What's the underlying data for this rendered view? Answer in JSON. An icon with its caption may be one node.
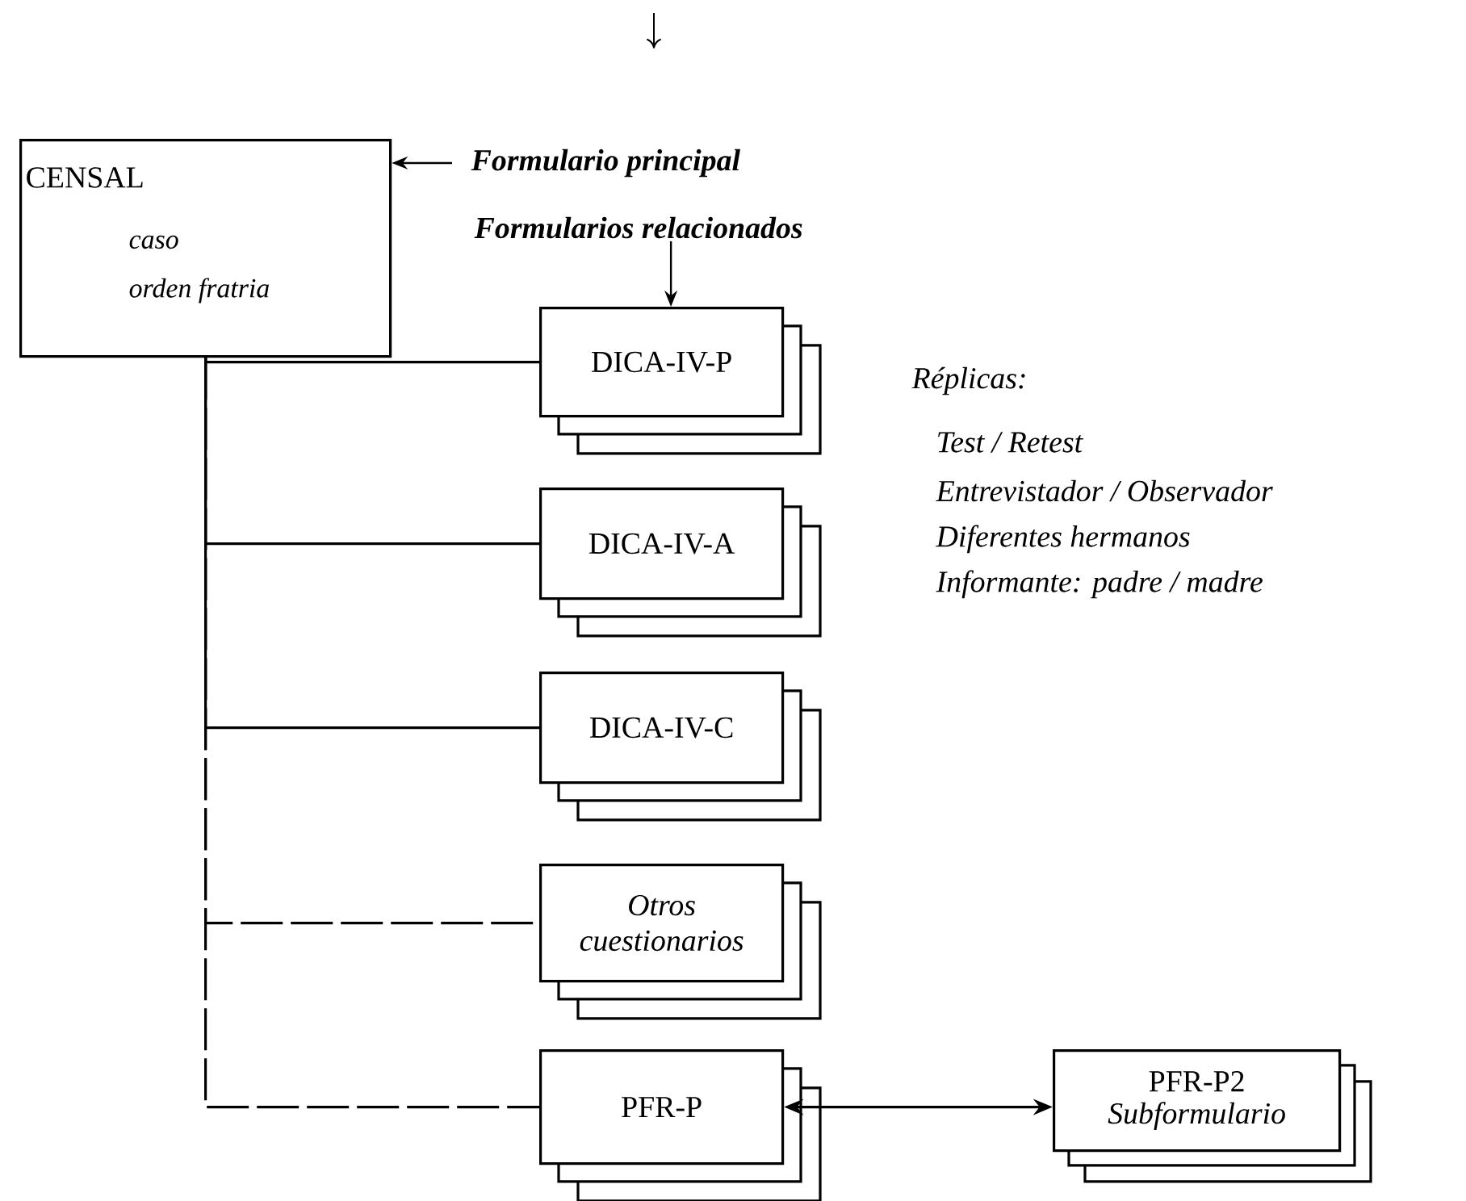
{
  "diagram": {
    "nodes": [
      {
        "text": [
          "CENSAL",
          "caso",
          "orden fratria"
        ]
      },
      {
        "text": [
          "Formulario principal"
        ]
      },
      {
        "text": [
          "Formularios relacionados"
        ]
      },
      {
        "text": [
          "DICA-IV-P"
        ]
      },
      {
        "text": [
          "DICA-IV-A"
        ]
      },
      {
        "text": [
          "DICA-IV-C"
        ]
      },
      {
        "text": [
          "Otros cuestionarios"
        ]
      },
      {
        "text": [
          "PFR-P"
        ]
      },
      {
        "text": [
          "PFR-P2",
          "Subformulario"
        ]
      }
    ],
    "edges": [
      {
        "from": 1,
        "to": 0,
        "arrow": "to"
      },
      {
        "from": 2,
        "to": 3,
        "arrow": "to"
      },
      {
        "from": 0,
        "to": 3,
        "arrow": "none"
      },
      {
        "from": 0,
        "to": 4,
        "arrow": "none"
      },
      {
        "from": 0,
        "to": 5,
        "arrow": "none"
      },
      {
        "from": 0,
        "to": 6,
        "arrow": "none",
        "style": "dashed"
      },
      {
        "from": 0,
        "to": 7,
        "arrow": "none",
        "style": "dashed"
      },
      {
        "from": 7,
        "to": 8,
        "arrow": "both"
      }
    ],
    "labels": [
      "Réplicas:",
      "Test / Retest",
      "Entrevistador / Observador",
      "Diferentes hermanos",
      "Informante: padre / madre"
    ]
  }
}
